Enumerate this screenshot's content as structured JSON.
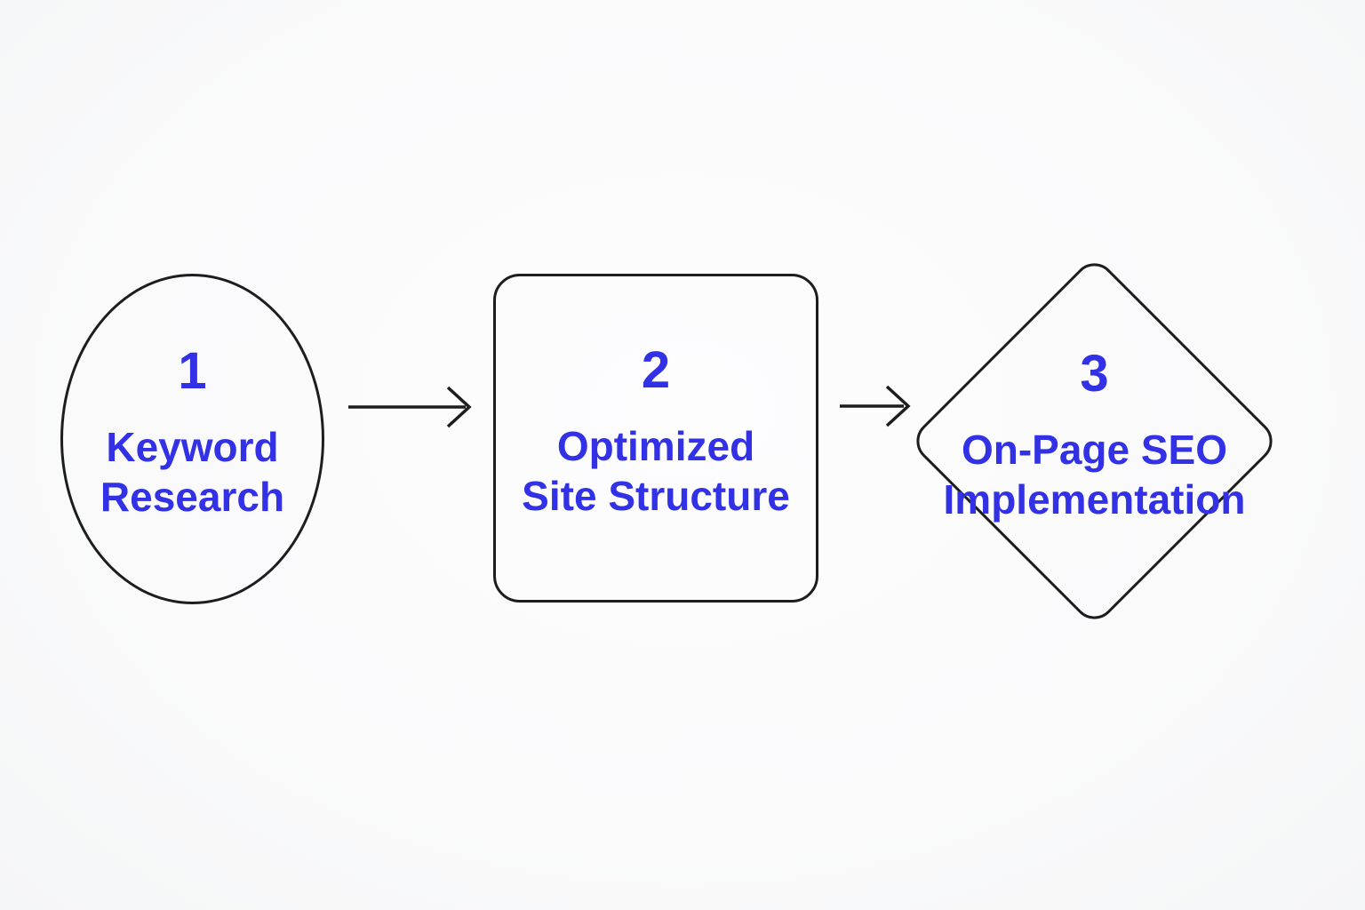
{
  "diagram": {
    "title": "SEO process flow",
    "background_color": "#fafafb",
    "outline_color": "#1d1d1d",
    "text_color": "#3231e6",
    "nodes": [
      {
        "id": "step-1",
        "shape": "ellipse",
        "number": "1",
        "label_line1": "Keyword",
        "label_line2": "Research"
      },
      {
        "id": "step-2",
        "shape": "rounded-rectangle",
        "number": "2",
        "label_line1": "Optimized",
        "label_line2": "Site Structure"
      },
      {
        "id": "step-3",
        "shape": "diamond",
        "number": "3",
        "label_line1": "On-Page SEO",
        "label_line2": "Implementation"
      }
    ],
    "connectors": [
      {
        "from": "step-1",
        "to": "step-2",
        "style": "straight-arrow"
      },
      {
        "from": "step-2",
        "to": "step-3",
        "style": "straight-arrow"
      }
    ]
  }
}
